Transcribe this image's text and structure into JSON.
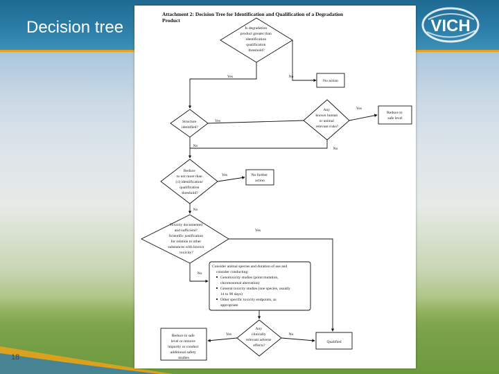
{
  "slide": {
    "title": "Decision tree",
    "number": "18",
    "logo_text": "VICH",
    "colors": {
      "band": "#2c7fa8",
      "accent": "#e6a21c"
    }
  },
  "document": {
    "heading_line1": "Attachment 2:  Decision Tree for Identification and Qualification of a Degradation",
    "heading_line2": "Product",
    "nodes": {
      "q1": [
        "Is degradation",
        "product greater than",
        "identification",
        "qualification",
        "threshold?"
      ],
      "no_action": "No action",
      "any_known": [
        "Any",
        "known human",
        "or animal",
        "relevant risks?"
      ],
      "reduce_safe": [
        "Reduce to",
        "safe level"
      ],
      "structure": [
        "Structure",
        "identified?"
      ],
      "reduce_not_more": [
        "Reduce",
        "to not more than",
        "(≤) identification/",
        "qualification",
        "threshold?"
      ],
      "no_further": [
        "No further",
        "action"
      ],
      "toxicity": [
        "Toxicity documented",
        "and sufficient?",
        "Scientific justification",
        "for relation to other",
        "substances with known",
        "toxicity?"
      ],
      "consider_lines": [
        "Consider animal species and duration of use and",
        "consider conducting:",
        "Genotoxicity studies (point mutation,",
        "chromosomal aberration)",
        "General toxicity studies (one species, usually",
        "14 to 90 days)",
        "Other specific toxicity endpoints, as",
        "appropriate"
      ],
      "any_clinically": [
        "Any",
        "clinically",
        "relevant adverse",
        "effects?"
      ],
      "reduce_remove": [
        "Reduce to safe",
        "level or remove",
        "impurity or conduct",
        "additional safety",
        "studies"
      ],
      "qualified": "Qualified"
    },
    "labels": {
      "yes": "Yes",
      "no": "No"
    }
  }
}
